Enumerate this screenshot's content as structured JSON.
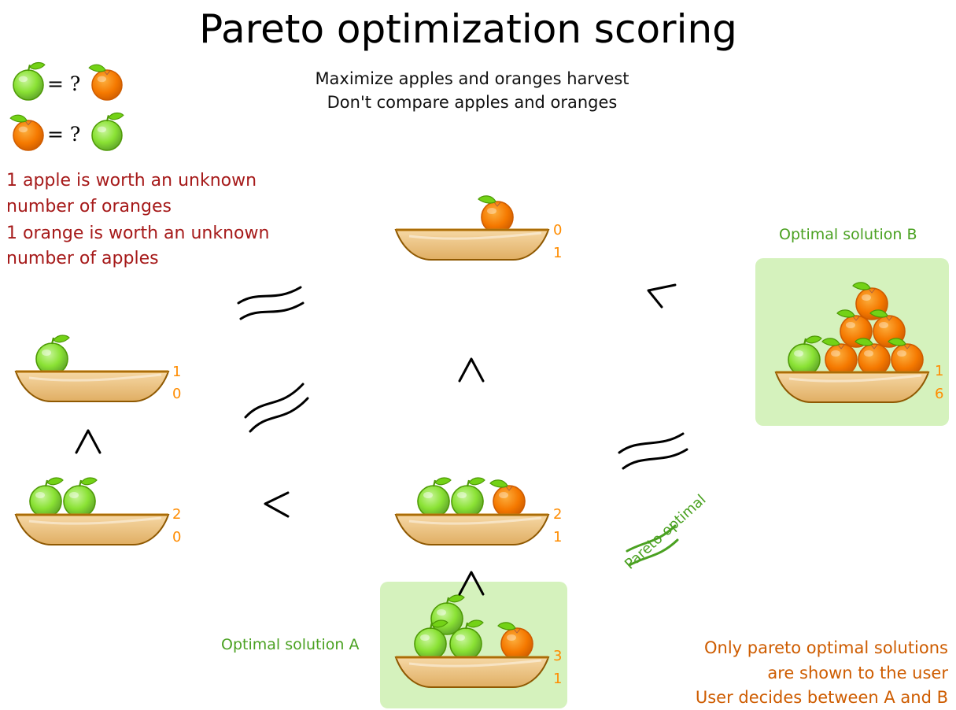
{
  "title": "Pareto optimization scoring",
  "subtitle": {
    "line1": "Maximize apples and oranges harvest",
    "line2": "Don't compare apples and oranges"
  },
  "legend": {
    "equals": "= ?"
  },
  "note_red": {
    "line1": "1 apple is worth an unknown",
    "line2": "number of oranges",
    "line3": "1 orange is worth an unknown",
    "line4": "number of apples"
  },
  "baskets": {
    "top": {
      "apples": "0",
      "oranges": "1"
    },
    "left_one": {
      "apples": "1",
      "oranges": "0"
    },
    "left_two": {
      "apples": "2",
      "oranges": "0"
    },
    "middle": {
      "apples": "2",
      "oranges": "1"
    },
    "solution_a": {
      "apples": "3",
      "oranges": "1",
      "label": "Optimal solution A"
    },
    "solution_b": {
      "apples": "1",
      "oranges": "6",
      "label": "Optimal solution B"
    }
  },
  "pareto_label": "Pareto optimal",
  "note_orange": {
    "line1": "Only pareto optimal solutions",
    "line2": "are shown to the user",
    "line3": "User decides between A and B"
  },
  "colors": {
    "apple": "#8ae234",
    "orange": "#f57900",
    "count": "#ff8c00",
    "red_text": "#a61a1a",
    "green_text": "#4aa121",
    "orange_text": "#ce5c00",
    "highlight": "#d5f2bd",
    "basket": "#e9b96e"
  },
  "icons": [
    "apple-icon",
    "orange-icon",
    "basket-icon",
    "approx-icon",
    "less-than-icon",
    "greater-than-icon"
  ]
}
